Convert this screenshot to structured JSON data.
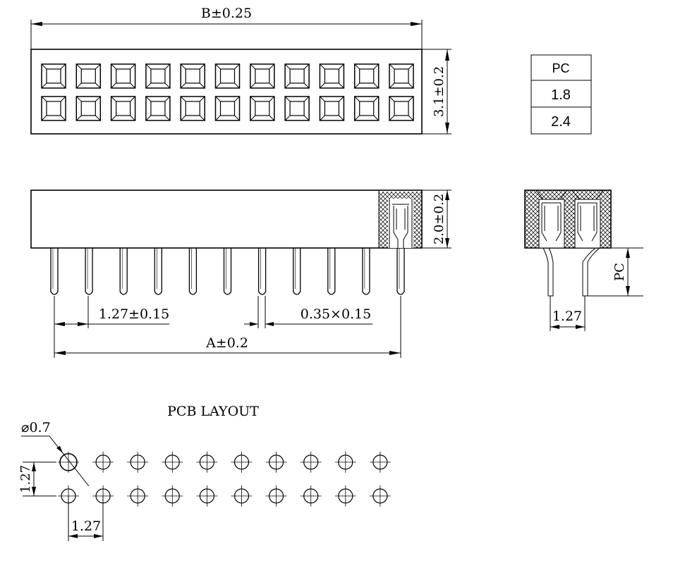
{
  "dimensions": {
    "b_length": "B±0.25",
    "height_top": "3.1±0.2",
    "height_side": "2.0±0.2",
    "pin_pitch": "1.27±0.15",
    "pin_size": "0.35×0.15",
    "a_length": "A±0.2",
    "pc_label": "PC",
    "row_pitch_side": "1.27"
  },
  "pc_table": {
    "header": "PC",
    "rows": [
      "1.8",
      "2.4"
    ]
  },
  "pcb_layout": {
    "title": "PCB LAYOUT",
    "hole_diameter": "⌀0.7",
    "row_pitch": "1.27",
    "col_pitch": "1.27"
  },
  "counts": {
    "columns": 11,
    "rows": 2,
    "pcb_columns": 10
  }
}
